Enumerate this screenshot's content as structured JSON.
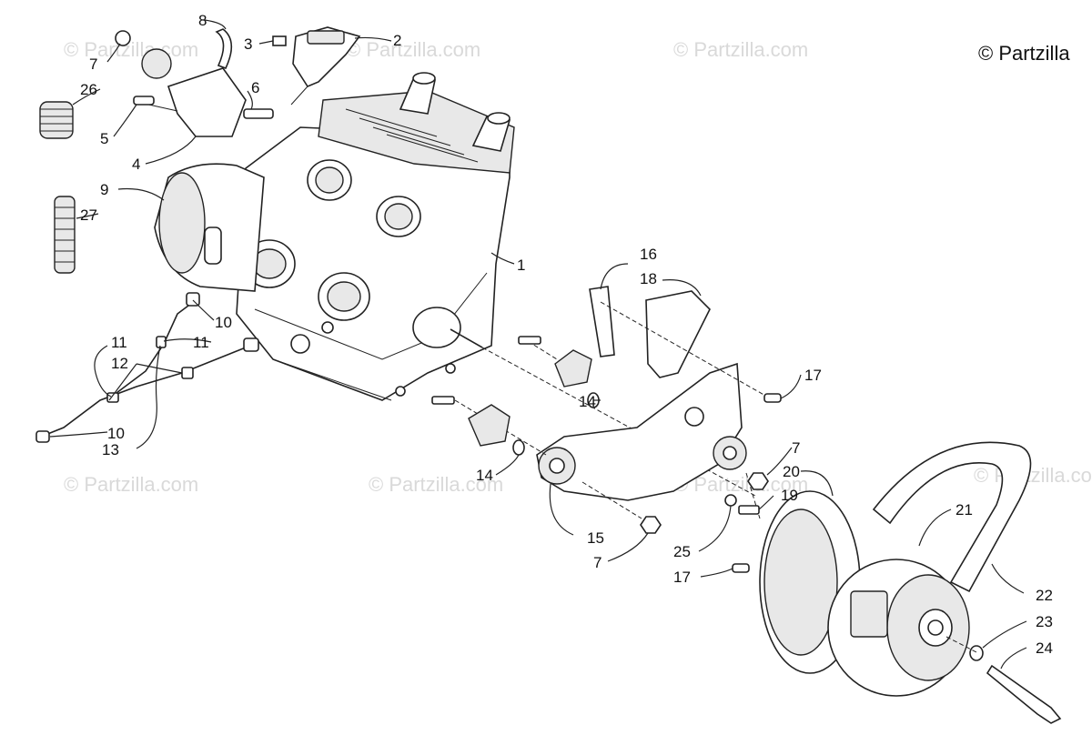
{
  "brand": {
    "text": "© Partzilla"
  },
  "watermark": {
    "text": "© Partzilla.com"
  },
  "callouts": [
    "1",
    "2",
    "3",
    "4",
    "5",
    "6",
    "7",
    "7",
    "7",
    "8",
    "9",
    "10",
    "10",
    "11",
    "11",
    "12",
    "13",
    "14",
    "14",
    "15",
    "16",
    "17",
    "17",
    "18",
    "19",
    "20",
    "21",
    "22",
    "23",
    "24",
    "25",
    "26",
    "27"
  ],
  "colors": {
    "line": "#222222",
    "watermark": "#d9d9d9",
    "background": "#ffffff"
  }
}
